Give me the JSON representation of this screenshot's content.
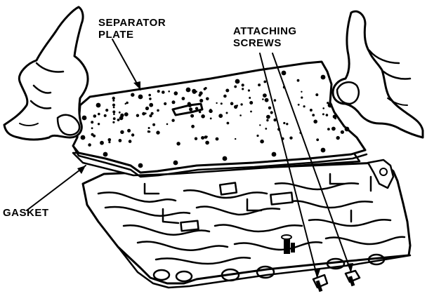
{
  "labels": {
    "separator_plate_line1": "SEPARATOR",
    "separator_plate_line2": "PLATE",
    "attaching_screws_line1": "ATTACHING",
    "attaching_screws_line2": "SCREWS",
    "gasket": "GASKET"
  },
  "colors": {
    "ink": "#000000",
    "paper": "#ffffff"
  }
}
